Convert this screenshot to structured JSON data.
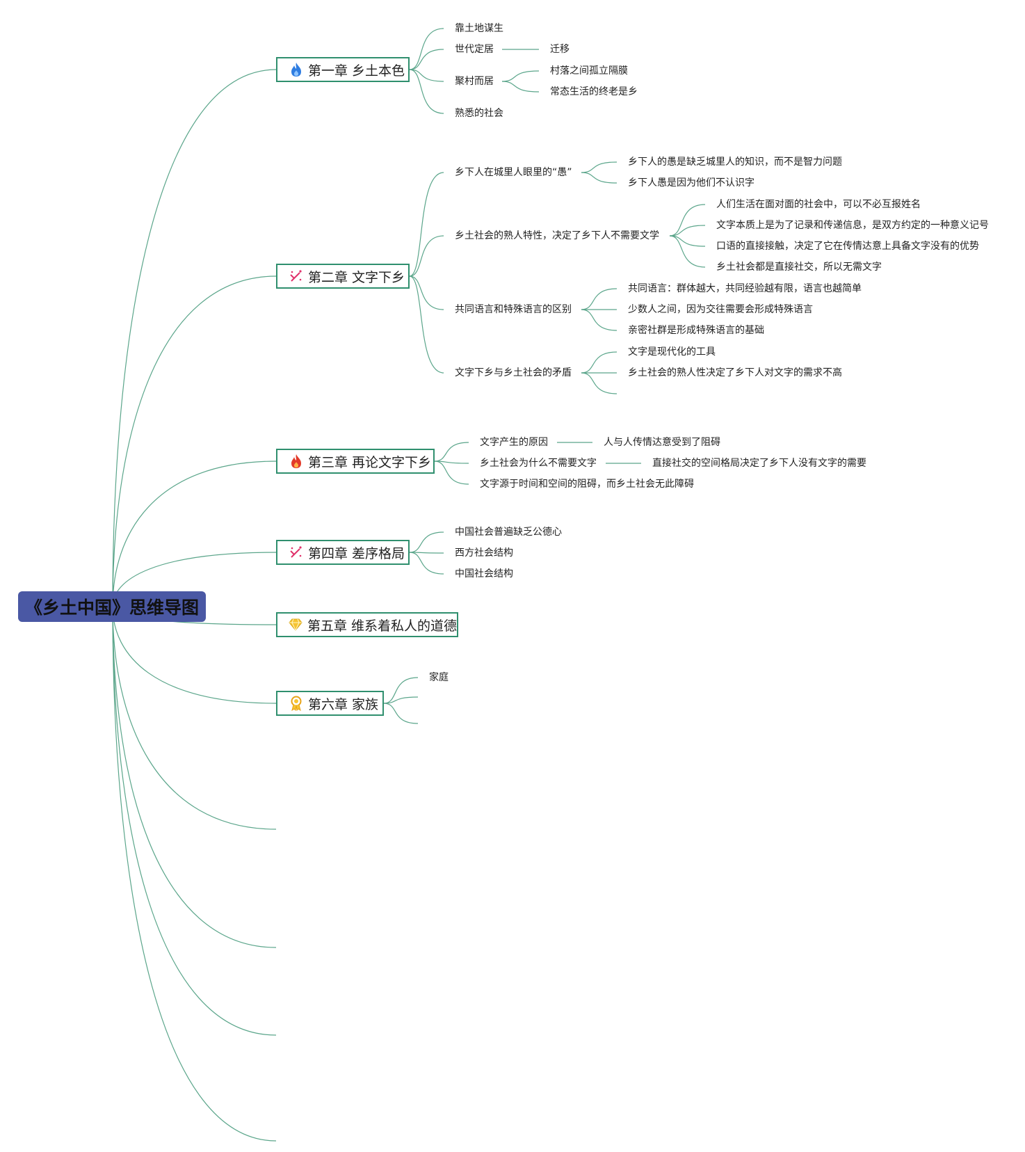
{
  "root": {
    "title": "《乡土中国》思维导图"
  },
  "chapters": [
    {
      "icon": "flame-blue-icon",
      "title": "第一章 乡土本色",
      "topics": [
        {
          "text": "靠土地谋生",
          "children": []
        },
        {
          "text": "世代定居",
          "children": [
            "迁移"
          ]
        },
        {
          "text": "聚村而居",
          "children": [
            "村落之间孤立隔膜",
            "常态生活的终老是乡"
          ]
        },
        {
          "text": "熟悉的社会",
          "children": []
        }
      ]
    },
    {
      "icon": "sparkle-pink-icon",
      "title": "第二章 文字下乡",
      "topics": [
        {
          "text": "乡下人在城里人眼里的“愚”",
          "children": [
            "乡下人的愚是缺乏城里人的知识，而不是智力问题",
            "乡下人愚是因为他们不认识字"
          ]
        },
        {
          "text": "乡土社会的熟人特性，决定了乡下人不需要文学",
          "children": [
            "人们生活在面对面的社会中，可以不必互报姓名",
            "文字本质上是为了记录和传递信息，是双方约定的一种意义记号",
            "口语的直接接触，决定了它在传情达意上具备文字没有的优势",
            "乡土社会都是直接社交，所以无需文字"
          ]
        },
        {
          "text": "共同语言和特殊语言的区别",
          "children": [
            "共同语言：群体越大，共同经验越有限，语言也越简单",
            "少数人之间，因为交往需要会形成特殊语言",
            "亲密社群是形成特殊语言的基础"
          ]
        },
        {
          "text": "文字下乡与乡土社会的矛盾",
          "children": [
            "文字是现代化的工具",
            "乡土社会的熟人性决定了乡下人对文字的需求不高"
          ]
        }
      ]
    },
    {
      "icon": "flame-red-icon",
      "title": "第三章 再论文字下乡",
      "topics": [
        {
          "text": "文字产生的原因",
          "children": [
            "人与人传情达意受到了阻碍"
          ]
        },
        {
          "text": "乡土社会为什么不需要文字",
          "children": [
            "直接社交的空间格局决定了乡下人没有文字的需要"
          ]
        },
        {
          "text": "文字源于时间和空间的阻碍，而乡土社会无此障碍",
          "children": []
        }
      ]
    },
    {
      "icon": "sparkle-pink-icon",
      "title": "第四章 差序格局",
      "topics": [
        {
          "text": "中国社会普遍缺乏公德心",
          "children": []
        },
        {
          "text": "西方社会结构",
          "children": []
        },
        {
          "text": "中国社会结构",
          "children": []
        }
      ]
    },
    {
      "icon": "diamond-yellow-icon",
      "title": "第五章 维系着私人的道德",
      "topics": []
    },
    {
      "icon": "award-medal-icon",
      "title": "第六章 家族",
      "topics": [
        {
          "text": "家庭",
          "children": []
        }
      ]
    }
  ],
  "colors": {
    "root_bg": "#4a58a4",
    "border": "#2f8f6e",
    "line": "#5aa58a"
  }
}
